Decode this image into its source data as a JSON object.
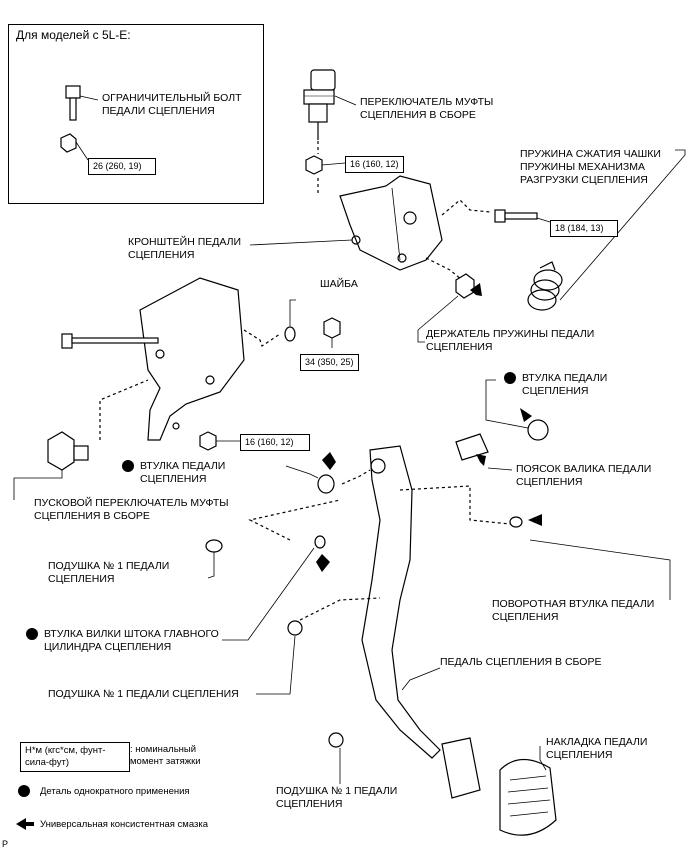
{
  "inset": {
    "title": "Для моделей с 5L-E:",
    "bolt_label": "ОГРАНИЧИТЕЛЬНЫЙ БОЛТ\nПЕДАЛИ СЦЕПЛЕНИЯ",
    "nut_torque": "26 (260, 19)"
  },
  "labels": {
    "switch_assy": "ПЕРЕКЛЮЧАТЕЛЬ МУФТЫ\nСЦЕПЛЕНИЯ В СБОРЕ",
    "switch_torque": "16 (160, 12)",
    "spring": "ПРУЖИНА СЖАТИЯ ЧАШКИ\nПРУЖИНЫ МЕХАНИЗМА\nРАЗГРУЗКИ СЦЕПЛЕНИЯ",
    "bolt_torque": "18 (184, 13)",
    "bracket": "КРОНШТЕЙН ПЕДАЛИ\nСЦЕПЛЕНИЯ",
    "washer": "ШАЙБА",
    "washer_nut_torque": "34 (350, 25)",
    "spring_holder": "ДЕРЖАТЕЛЬ ПРУЖИНЫ ПЕДАЛИ\nСЦЕПЛЕНИЯ",
    "bushing_right": "ВТУЛКА ПЕДАЛИ\nСЦЕПЛЕНИЯ",
    "lower_nut_torque": "16 (160, 12)",
    "bushing_left": "ВТУЛКА ПЕДАЛИ\nСЦЕПЛЕНИЯ",
    "shaft_collar": "ПОЯСОК ВАЛИКА ПЕДАЛИ\nСЦЕПЛЕНИЯ",
    "start_switch": "ПУСКОВОЙ ПЕРЕКЛЮЧАТЕЛЬ МУФТЫ\nСЦЕПЛЕНИЯ В СБОРЕ",
    "cushion_1a": "ПОДУШКА № 1 ПЕДАЛИ\nСЦЕПЛЕНИЯ",
    "turn_bushing": "ПОВОРОТНАЯ ВТУЛКА ПЕДАЛИ\nСЦЕПЛЕНИЯ",
    "fork_bushing": "ВТУЛКА ВИЛКИ ШТОКА ГЛАВНОГО\nЦИЛИНДРА СЦЕПЛЕНИЯ",
    "pedal_assy": "ПЕДАЛЬ СЦЕПЛЕНИЯ В СБОРЕ",
    "cushion_1b": "ПОДУШКА № 1 ПЕДАЛИ СЦЕПЛЕНИЯ",
    "pedal_pad": "НАКЛАДКА ПЕДАЛИ\nСЦЕПЛЕНИЯ",
    "cushion_1c": "ПОДУШКА № 1 ПЕДАЛИ\nСЦЕПЛЕНИЯ"
  },
  "legend": {
    "torque_box": "Н*м (кгс*см, фунт-\nсила-фут)",
    "torque_desc": ": номинальный\nмомент затяжки",
    "non_reusable": "Деталь однократного применения",
    "grease": "Универсальная консистентная смазка"
  },
  "footer": "P"
}
